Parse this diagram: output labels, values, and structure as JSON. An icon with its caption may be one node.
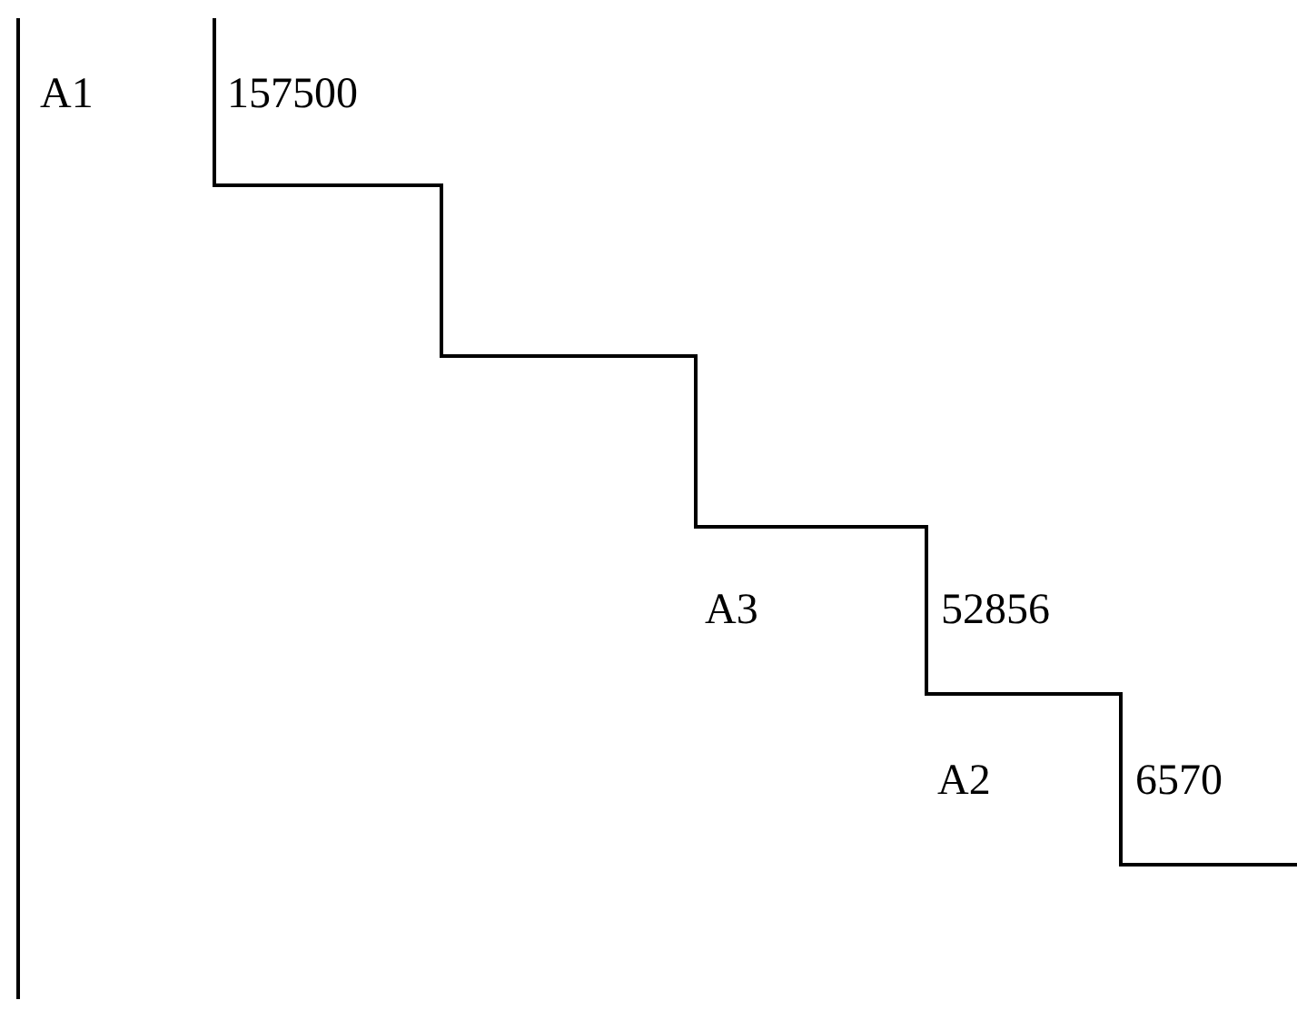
{
  "diagram": {
    "labels": [
      "A1",
      "157500",
      "A3",
      "52856",
      "A2",
      "6570"
    ]
  }
}
